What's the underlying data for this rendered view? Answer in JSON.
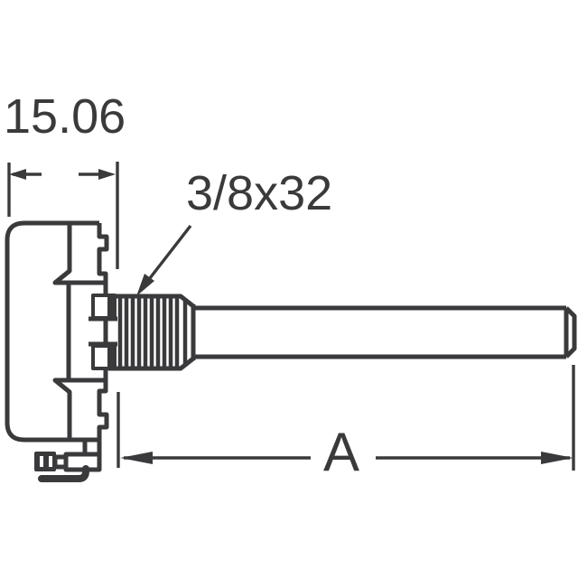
{
  "labels": {
    "body_width": "15.06",
    "thread_spec": "3/8x32",
    "shaft_length": "A"
  },
  "colors": {
    "line": "#3a3a3c",
    "background": "#ffffff"
  }
}
